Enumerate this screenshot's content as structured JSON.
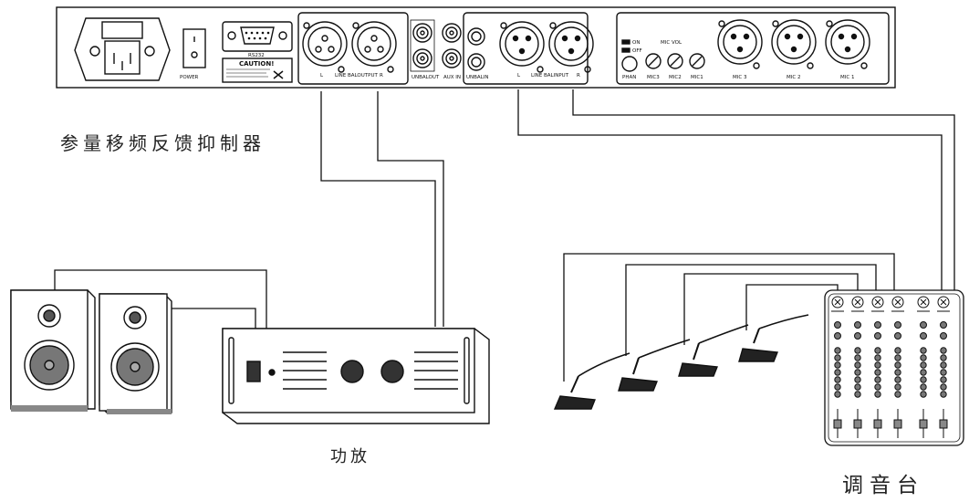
{
  "labels": {
    "device": "参量移频反馈抑制器",
    "amplifier": "功放",
    "mixer": "调音台"
  },
  "panel": {
    "power": "POWER",
    "rs232": "RS232",
    "caution": "CAUTION!",
    "line_bal_output_l": "L",
    "line_bal_output": "LINE BALOUTPUT",
    "line_bal_output_r": "R",
    "unbal_out": "UNBALOUT",
    "aux_in": "AUX IN",
    "unbal_in": "UNBALIN",
    "line_bal_input_l": "L",
    "line_bal_input": "LINE BALINPUT",
    "line_bal_input_r": "R",
    "on": "ON",
    "off": "OFF",
    "phan": "PHAN",
    "mic_vol": "MIC VOL",
    "mic3_knob": "MIC3",
    "mic2_knob": "MIC2",
    "mic1_knob": "MIC1",
    "mic3": "MIC 3",
    "mic2": "MIC 2",
    "mic1": "MIC 1"
  }
}
